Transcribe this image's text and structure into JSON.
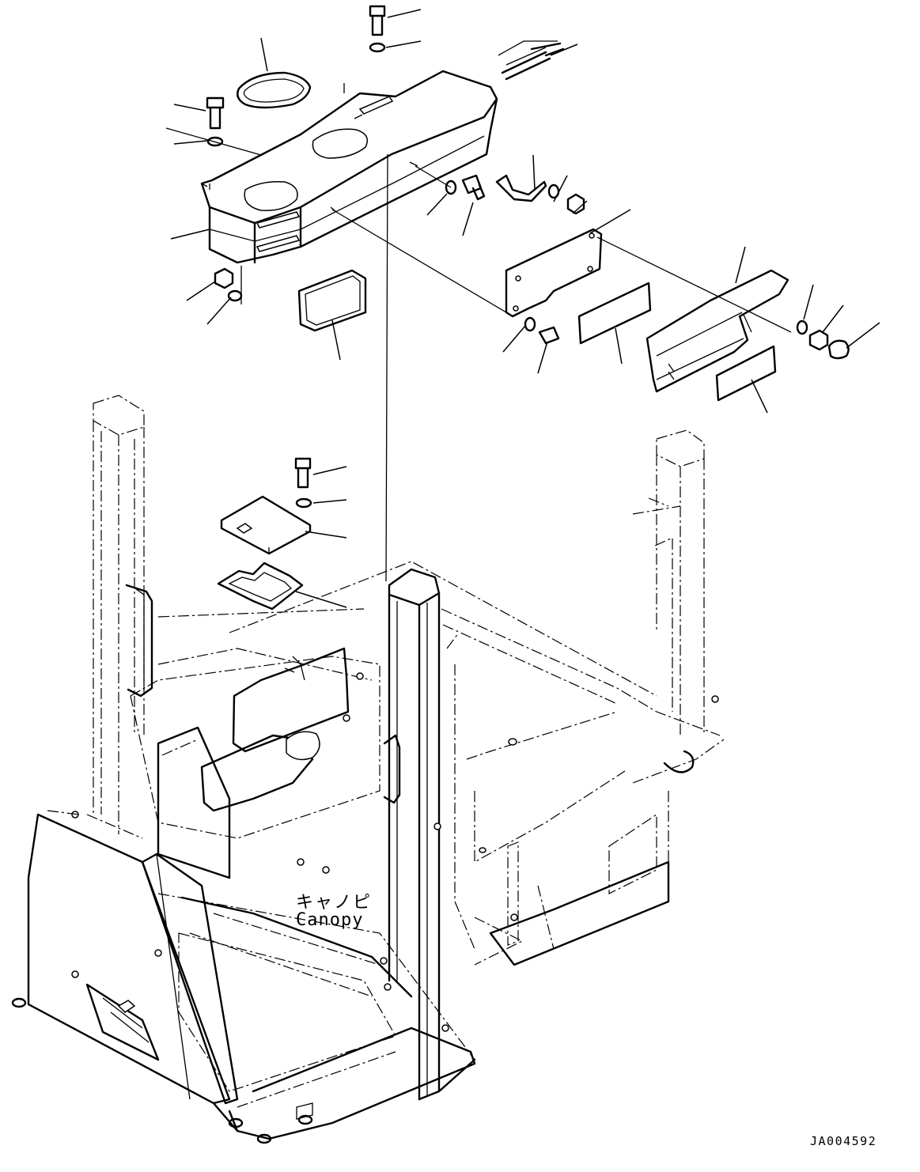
{
  "diagram": {
    "labels": {
      "canopy_jp": "キャノピ",
      "canopy_en": "Canopy",
      "figure_id": "JA004592"
    },
    "parts": {
      "top_cover": "top-cover-housing",
      "canopy_frame": "canopy-frame",
      "fasteners": "bolts-washers-nuts"
    },
    "colors": {
      "line": "#000000",
      "background": "#ffffff"
    }
  }
}
